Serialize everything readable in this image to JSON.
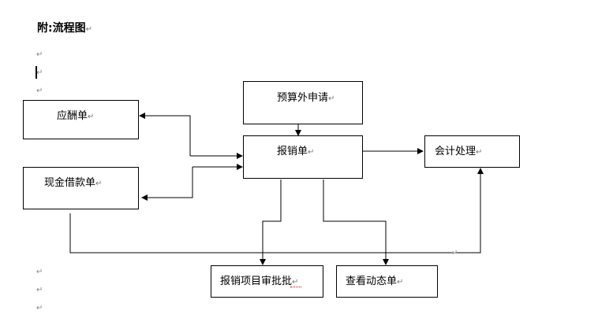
{
  "heading": "附:流程图",
  "return_mark": "↵",
  "nodes": {
    "budget_request": "预算外申请",
    "entertainment_form": "应酬单",
    "cash_loan_form": "现金借款单",
    "reimbursement_form": "报销单",
    "accounting": "会计处理",
    "approval": "报销项目审批批",
    "dynamic_view": "查看动态单"
  }
}
